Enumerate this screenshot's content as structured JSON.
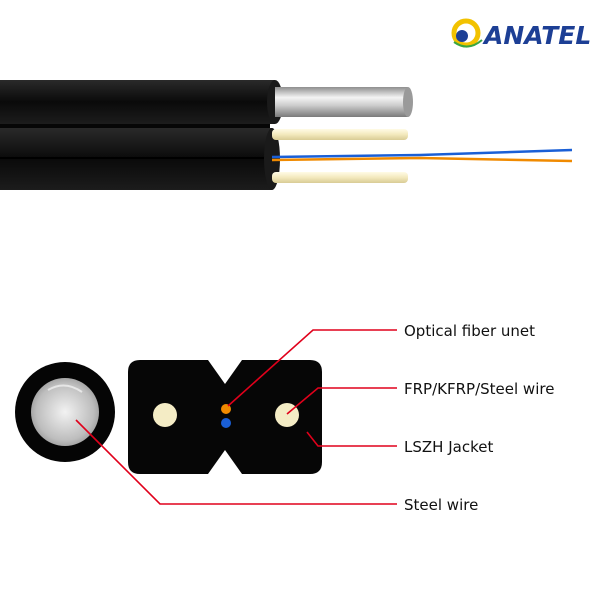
{
  "logo": {
    "text": "ANATEL",
    "colors": {
      "text": "#1d3f95",
      "ring": "#f2c200",
      "dot": "#1d3f95",
      "accent": "#3aa641"
    }
  },
  "callouts": [
    {
      "id": "optical-fiber",
      "label": "Optical fiber unet"
    },
    {
      "id": "frp",
      "label": "FRP/KFRP/Steel wire"
    },
    {
      "id": "jacket",
      "label": "LSZH Jacket"
    },
    {
      "id": "steel",
      "label": "Steel wire"
    }
  ],
  "colors": {
    "jacket": "#0d0d0d",
    "leader_line": "#e0001b",
    "fiber_blue": "#1a5fd6",
    "fiber_orange": "#f08a00",
    "strength_member": "#f4ecc5",
    "steel": "#c8c8c8"
  }
}
